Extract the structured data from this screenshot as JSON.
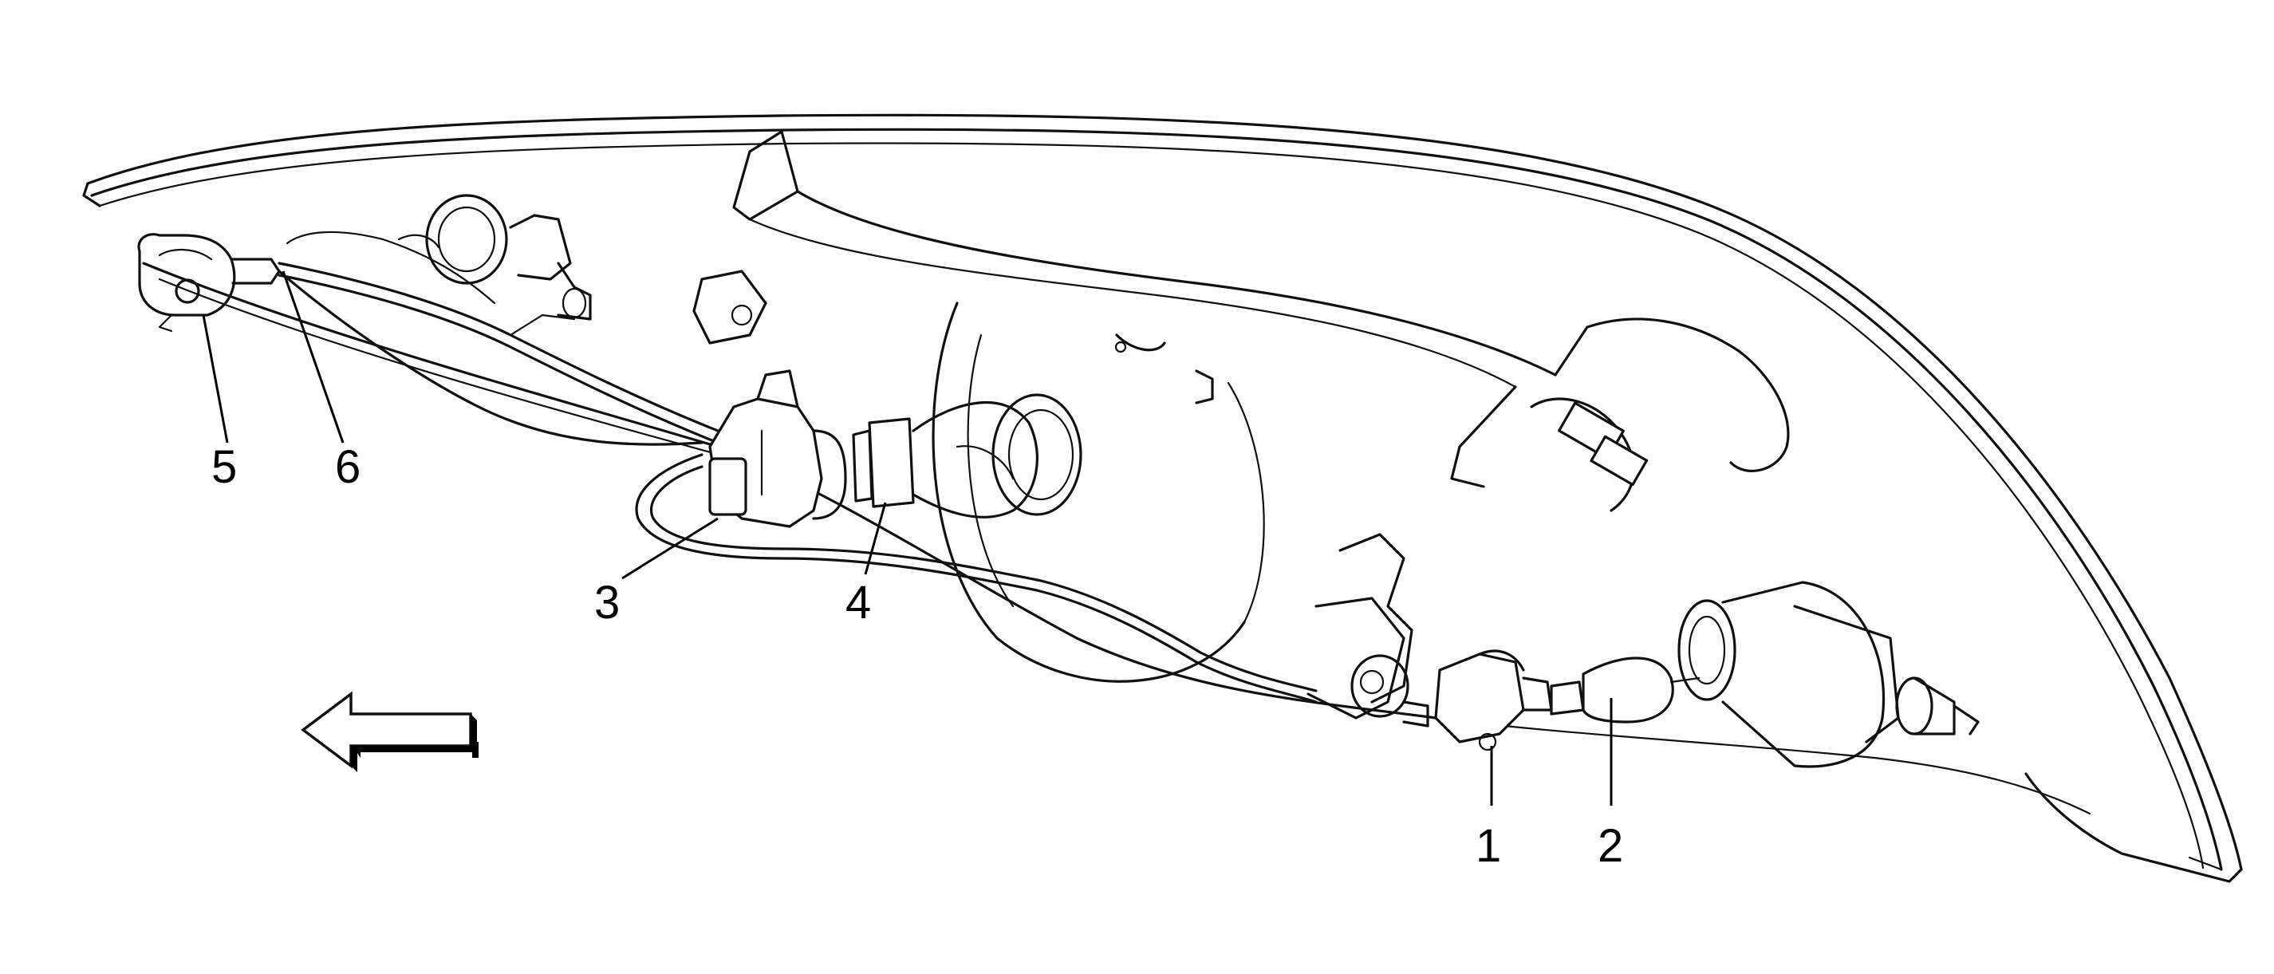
{
  "callouts": [
    {
      "id": "1",
      "label": "1"
    },
    {
      "id": "2",
      "label": "2"
    },
    {
      "id": "3",
      "label": "3"
    },
    {
      "id": "4",
      "label": "4"
    },
    {
      "id": "5",
      "label": "5"
    },
    {
      "id": "6",
      "label": "6"
    }
  ],
  "icons": {
    "direction_arrow": "left-arrow-icon"
  }
}
